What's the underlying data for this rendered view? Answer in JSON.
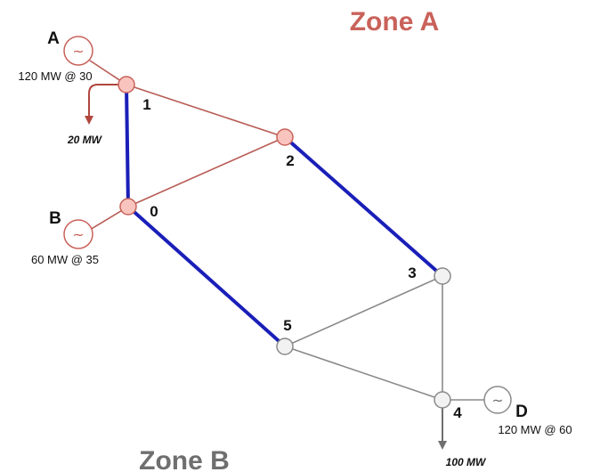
{
  "zones": {
    "a": {
      "label": "Zone A",
      "color": "#c9625a"
    },
    "b": {
      "label": "Zone B",
      "color": "#6f6f6f"
    }
  },
  "colors": {
    "zone_a_line": "#b85c55",
    "zone_b_line": "#8a8a8a",
    "interface_line": "#1a1fb8",
    "zone_a_node_fill": "#f9c4be",
    "zone_a_node_stroke": "#c9625a",
    "zone_b_node_fill": "#f2f2f2",
    "zone_b_node_stroke": "#8a8a8a",
    "load_arrow_a": "#b0463f",
    "load_arrow_b": "#6f6f6f"
  },
  "nodes": [
    {
      "id": "n0",
      "label": "0",
      "zone": "A"
    },
    {
      "id": "n1",
      "label": "1",
      "zone": "A"
    },
    {
      "id": "n2",
      "label": "2",
      "zone": "A"
    },
    {
      "id": "n3",
      "label": "3",
      "zone": "B"
    },
    {
      "id": "n4",
      "label": "4",
      "zone": "B"
    },
    {
      "id": "n5",
      "label": "5",
      "zone": "B"
    }
  ],
  "lines": [
    {
      "from": "1",
      "to": "2",
      "type": "zone_a"
    },
    {
      "from": "0",
      "to": "2",
      "type": "zone_a"
    },
    {
      "from": "0",
      "to": "1",
      "type": "interface"
    },
    {
      "from": "2",
      "to": "3",
      "type": "interface"
    },
    {
      "from": "0",
      "to": "5",
      "type": "interface"
    },
    {
      "from": "5",
      "to": "3",
      "type": "zone_b"
    },
    {
      "from": "5",
      "to": "4",
      "type": "zone_b"
    },
    {
      "from": "3",
      "to": "4",
      "type": "zone_b"
    }
  ],
  "generators": [
    {
      "letter": "A",
      "info": "120 MW @ 30",
      "bus": "1",
      "symbol": "~"
    },
    {
      "letter": "B",
      "info": "60 MW @ 35",
      "bus": "0",
      "symbol": "~"
    },
    {
      "letter": "D",
      "info": "120 MW @ 60",
      "bus": "4",
      "symbol": "~"
    }
  ],
  "loads": [
    {
      "label": "20 MW",
      "bus": "1"
    },
    {
      "label": "100 MW",
      "bus": "4"
    }
  ]
}
